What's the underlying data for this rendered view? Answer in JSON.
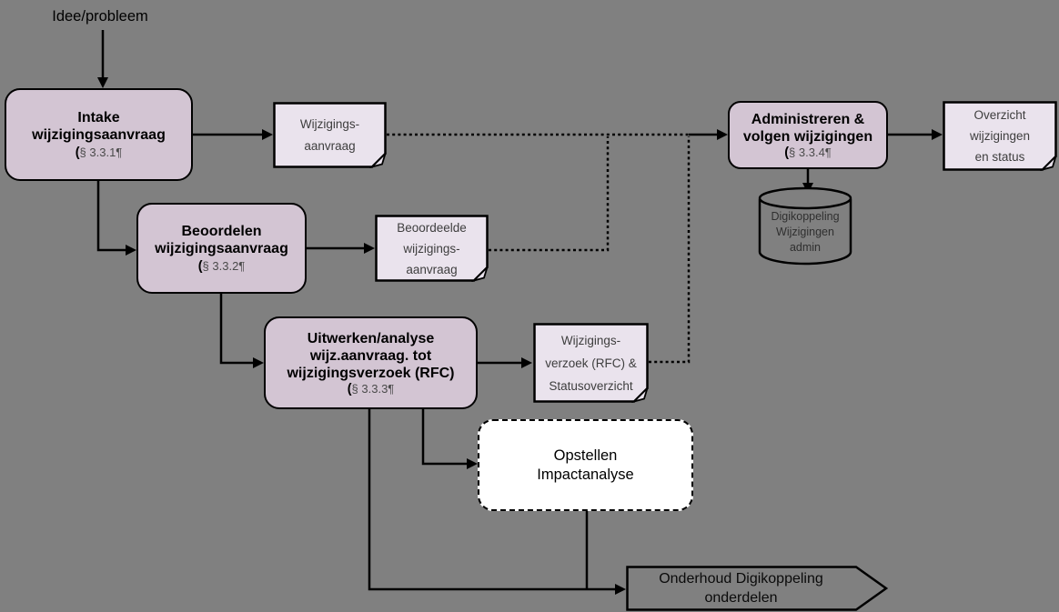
{
  "colors": {
    "background": "#808080",
    "process_fill": "#D3C5D3",
    "document_fill": "#EAE3ED",
    "impact_fill": "#FFFFFF",
    "outline": "#000000",
    "doc_text": "#3E3E3E",
    "ref_text": "#4B4B4B"
  },
  "nodes": {
    "idee": {
      "label": "Idee/probleem"
    },
    "intake": {
      "lines": [
        "Intake",
        "wijzigingsaanvraag"
      ],
      "ref_open": "(",
      "ref": "§ 3.3.1¶"
    },
    "doc_wijzigingsaanvraag": {
      "lines": [
        "Wijzigings-",
        "aanvraag"
      ]
    },
    "beoordelen": {
      "lines": [
        "Beoordelen",
        "wijzigingsaanvraag"
      ],
      "ref_open": "(",
      "ref": "§ 3.3.2¶"
    },
    "doc_beoordeelde": {
      "lines": [
        "Beoordeelde",
        "wijzigings-",
        "aanvraag"
      ]
    },
    "uitwerken": {
      "lines": [
        "Uitwerken/analyse",
        "wijz.aanvraag. tot",
        "wijzigingsverzoek (RFC)"
      ],
      "ref_open": "(",
      "ref": "§ 3.3.3¶"
    },
    "doc_wijzigingsverzoek": {
      "lines": [
        "Wijzigings-",
        "verzoek (RFC) &",
        "Statusoverzicht"
      ]
    },
    "opstellen": {
      "lines": [
        "Opstellen",
        "Impactanalyse"
      ]
    },
    "administreren": {
      "lines": [
        "Administreren &",
        "volgen wijzigingen"
      ],
      "ref_open": "(",
      "ref": "§ 3.3.4¶"
    },
    "doc_overzicht": {
      "lines": [
        "Overzicht",
        "wijzigingen",
        "en status"
      ]
    },
    "database": {
      "lines": [
        "Digikoppeling",
        "Wijzigingen",
        "admin"
      ]
    },
    "onderhoud": {
      "lines": [
        "Onderhoud Digikoppeling",
        "onderdelen"
      ]
    }
  }
}
